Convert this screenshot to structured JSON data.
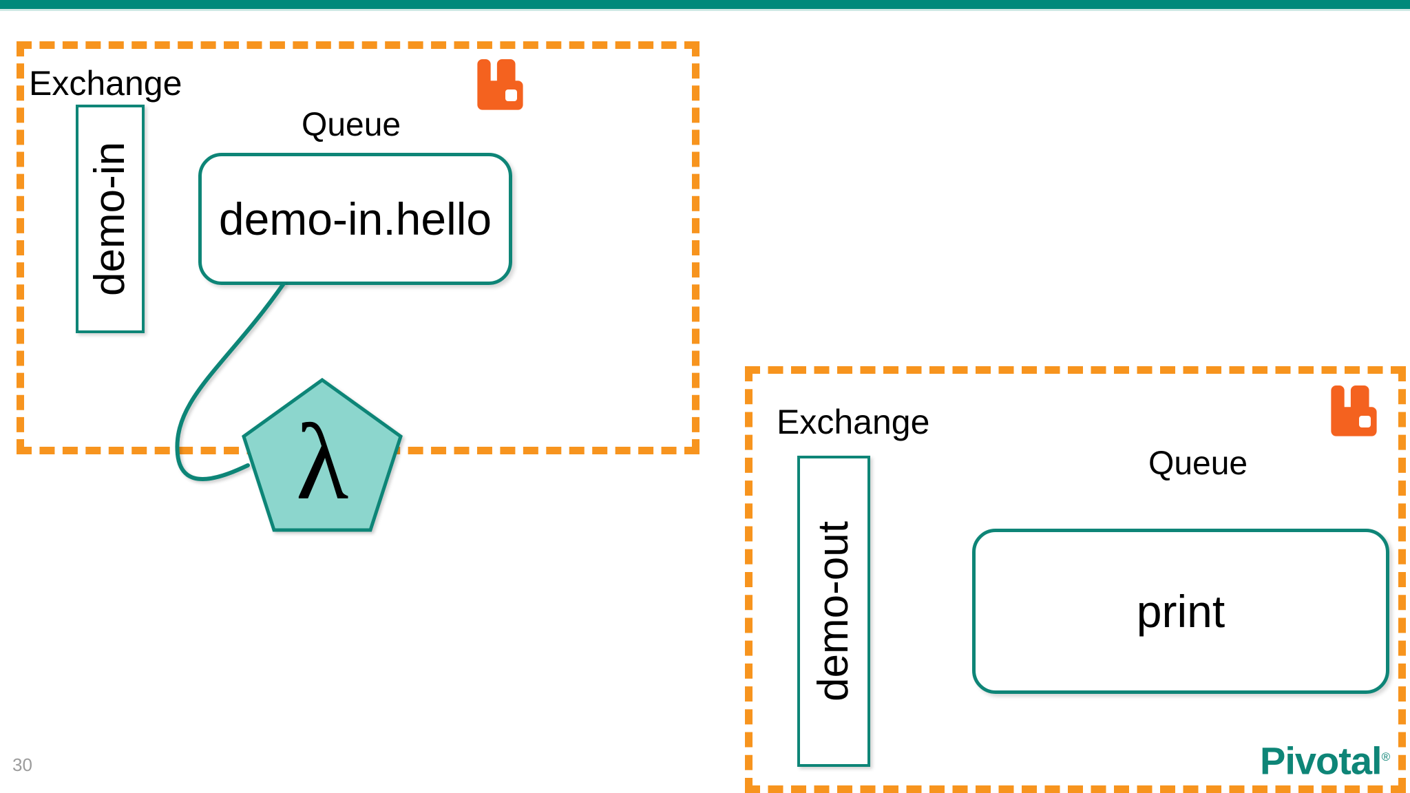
{
  "slide": {
    "page_number": "30",
    "accent_color": "#00897B",
    "dash_color": "#F7941E",
    "stroke_color": "#0E8577",
    "pentagon_fill": "#8CD6CD",
    "rabbit_color": "#F4621F",
    "brand": {
      "name": "Pivotal",
      "registered_mark": "®",
      "color": "#0E8577"
    }
  },
  "groups": [
    {
      "id": "inbound",
      "exchange_label": "Exchange",
      "exchange_name": "demo-in",
      "queue_label": "Queue",
      "queue_name": "demo-in.hello",
      "broker_icon": "rabbitmq-icon"
    },
    {
      "id": "outbound",
      "exchange_label": "Exchange",
      "exchange_name": "demo-out",
      "queue_label": "Queue",
      "queue_name": "print",
      "broker_icon": "rabbitmq-icon"
    }
  ],
  "function_node": {
    "symbol": "λ",
    "shape": "pentagon",
    "fill": "#8CD6CD",
    "stroke": "#0E8577"
  },
  "chart_data": {
    "type": "diagram",
    "title": "RabbitMQ exchange / queue / lambda function flow",
    "nodes": [
      {
        "id": "demo-in",
        "kind": "exchange",
        "label": "demo-in",
        "group": "inbound"
      },
      {
        "id": "demo-in.hello",
        "kind": "queue",
        "label": "demo-in.hello",
        "group": "inbound"
      },
      {
        "id": "lambda",
        "kind": "function",
        "label": "λ",
        "group": "none"
      },
      {
        "id": "demo-out",
        "kind": "exchange",
        "label": "demo-out",
        "group": "outbound"
      },
      {
        "id": "print",
        "kind": "queue",
        "label": "print",
        "group": "outbound"
      }
    ],
    "edges": [
      {
        "from": "demo-in",
        "to": "demo-in.hello",
        "style": "arrow"
      },
      {
        "from": "demo-in.hello",
        "to": "lambda",
        "style": "curve"
      },
      {
        "from": "lambda",
        "to": "demo-out",
        "style": "line"
      },
      {
        "from": "demo-out",
        "to": "print",
        "style": "arrow"
      }
    ]
  }
}
